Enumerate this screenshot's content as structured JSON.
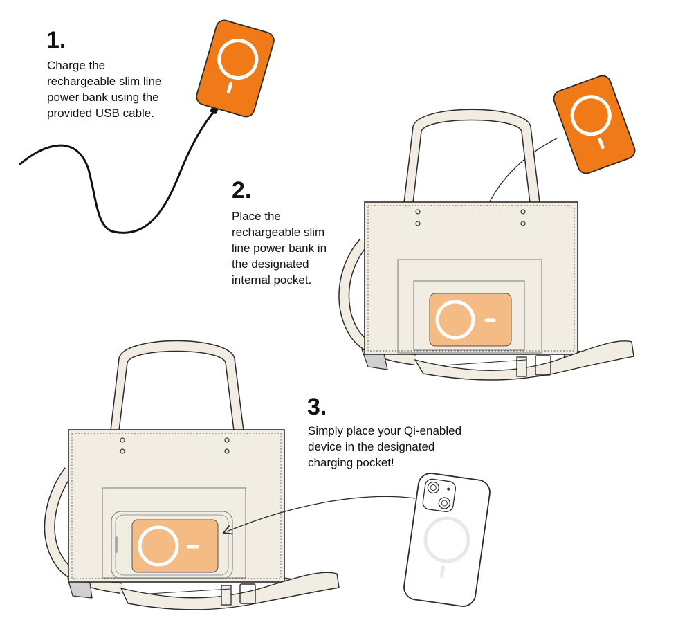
{
  "steps": [
    {
      "number": "1.",
      "text": "Charge the\nrechargeable slim line\npower bank using the\nprovided USB cable."
    },
    {
      "number": "2.",
      "text": "Place the\nrechargeable slim\nline power bank in\nthe designated\ninternal pocket."
    },
    {
      "number": "3.",
      "text": "Simply place your Qi-enabled\ndevice in the designated\ncharging pocket!"
    }
  ],
  "colors": {
    "power_bank": "#f07a18",
    "power_bank_in_pocket": "#f5bb85",
    "bag_fill": "#f1ede2",
    "outline": "#2b2b2b",
    "ring": "#ffffff"
  },
  "icons": [
    "power-bank-icon",
    "usb-cable-icon",
    "tote-bag-icon",
    "phone-icon",
    "arrow-icon"
  ]
}
